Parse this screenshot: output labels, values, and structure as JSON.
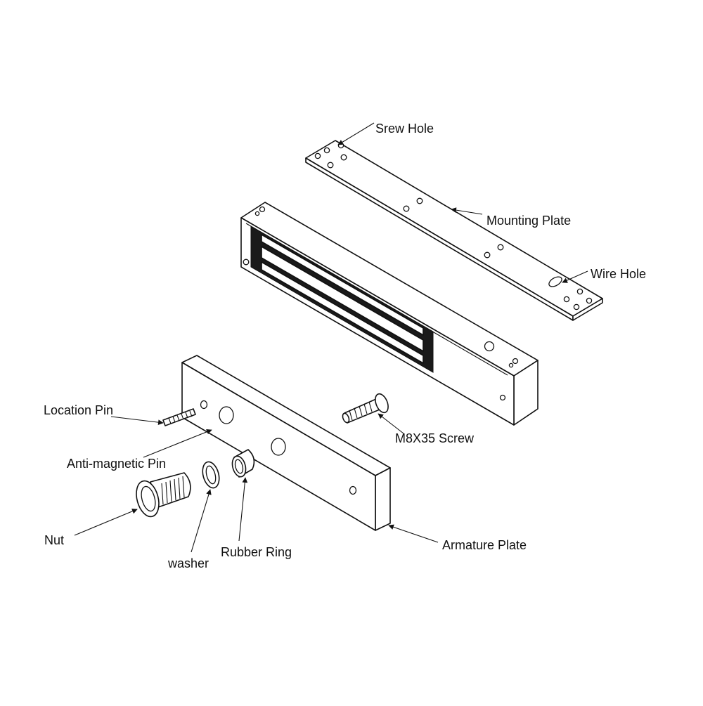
{
  "labels": {
    "screw_hole": "Srew Hole",
    "mounting_plate": "Mounting Plate",
    "wire_hole": "Wire Hole",
    "location_pin": "Location Pin",
    "m8x35_screw": "M8X35 Screw",
    "anti_magnetic_pin": "Anti-magnetic Pin",
    "nut": "Nut",
    "washer": "washer",
    "rubber_ring": "Rubber Ring",
    "armature_plate": "Armature Plate"
  },
  "colors": {
    "line": "#111111",
    "background": "#ffffff",
    "fill_dark": "#1a1a1a"
  }
}
